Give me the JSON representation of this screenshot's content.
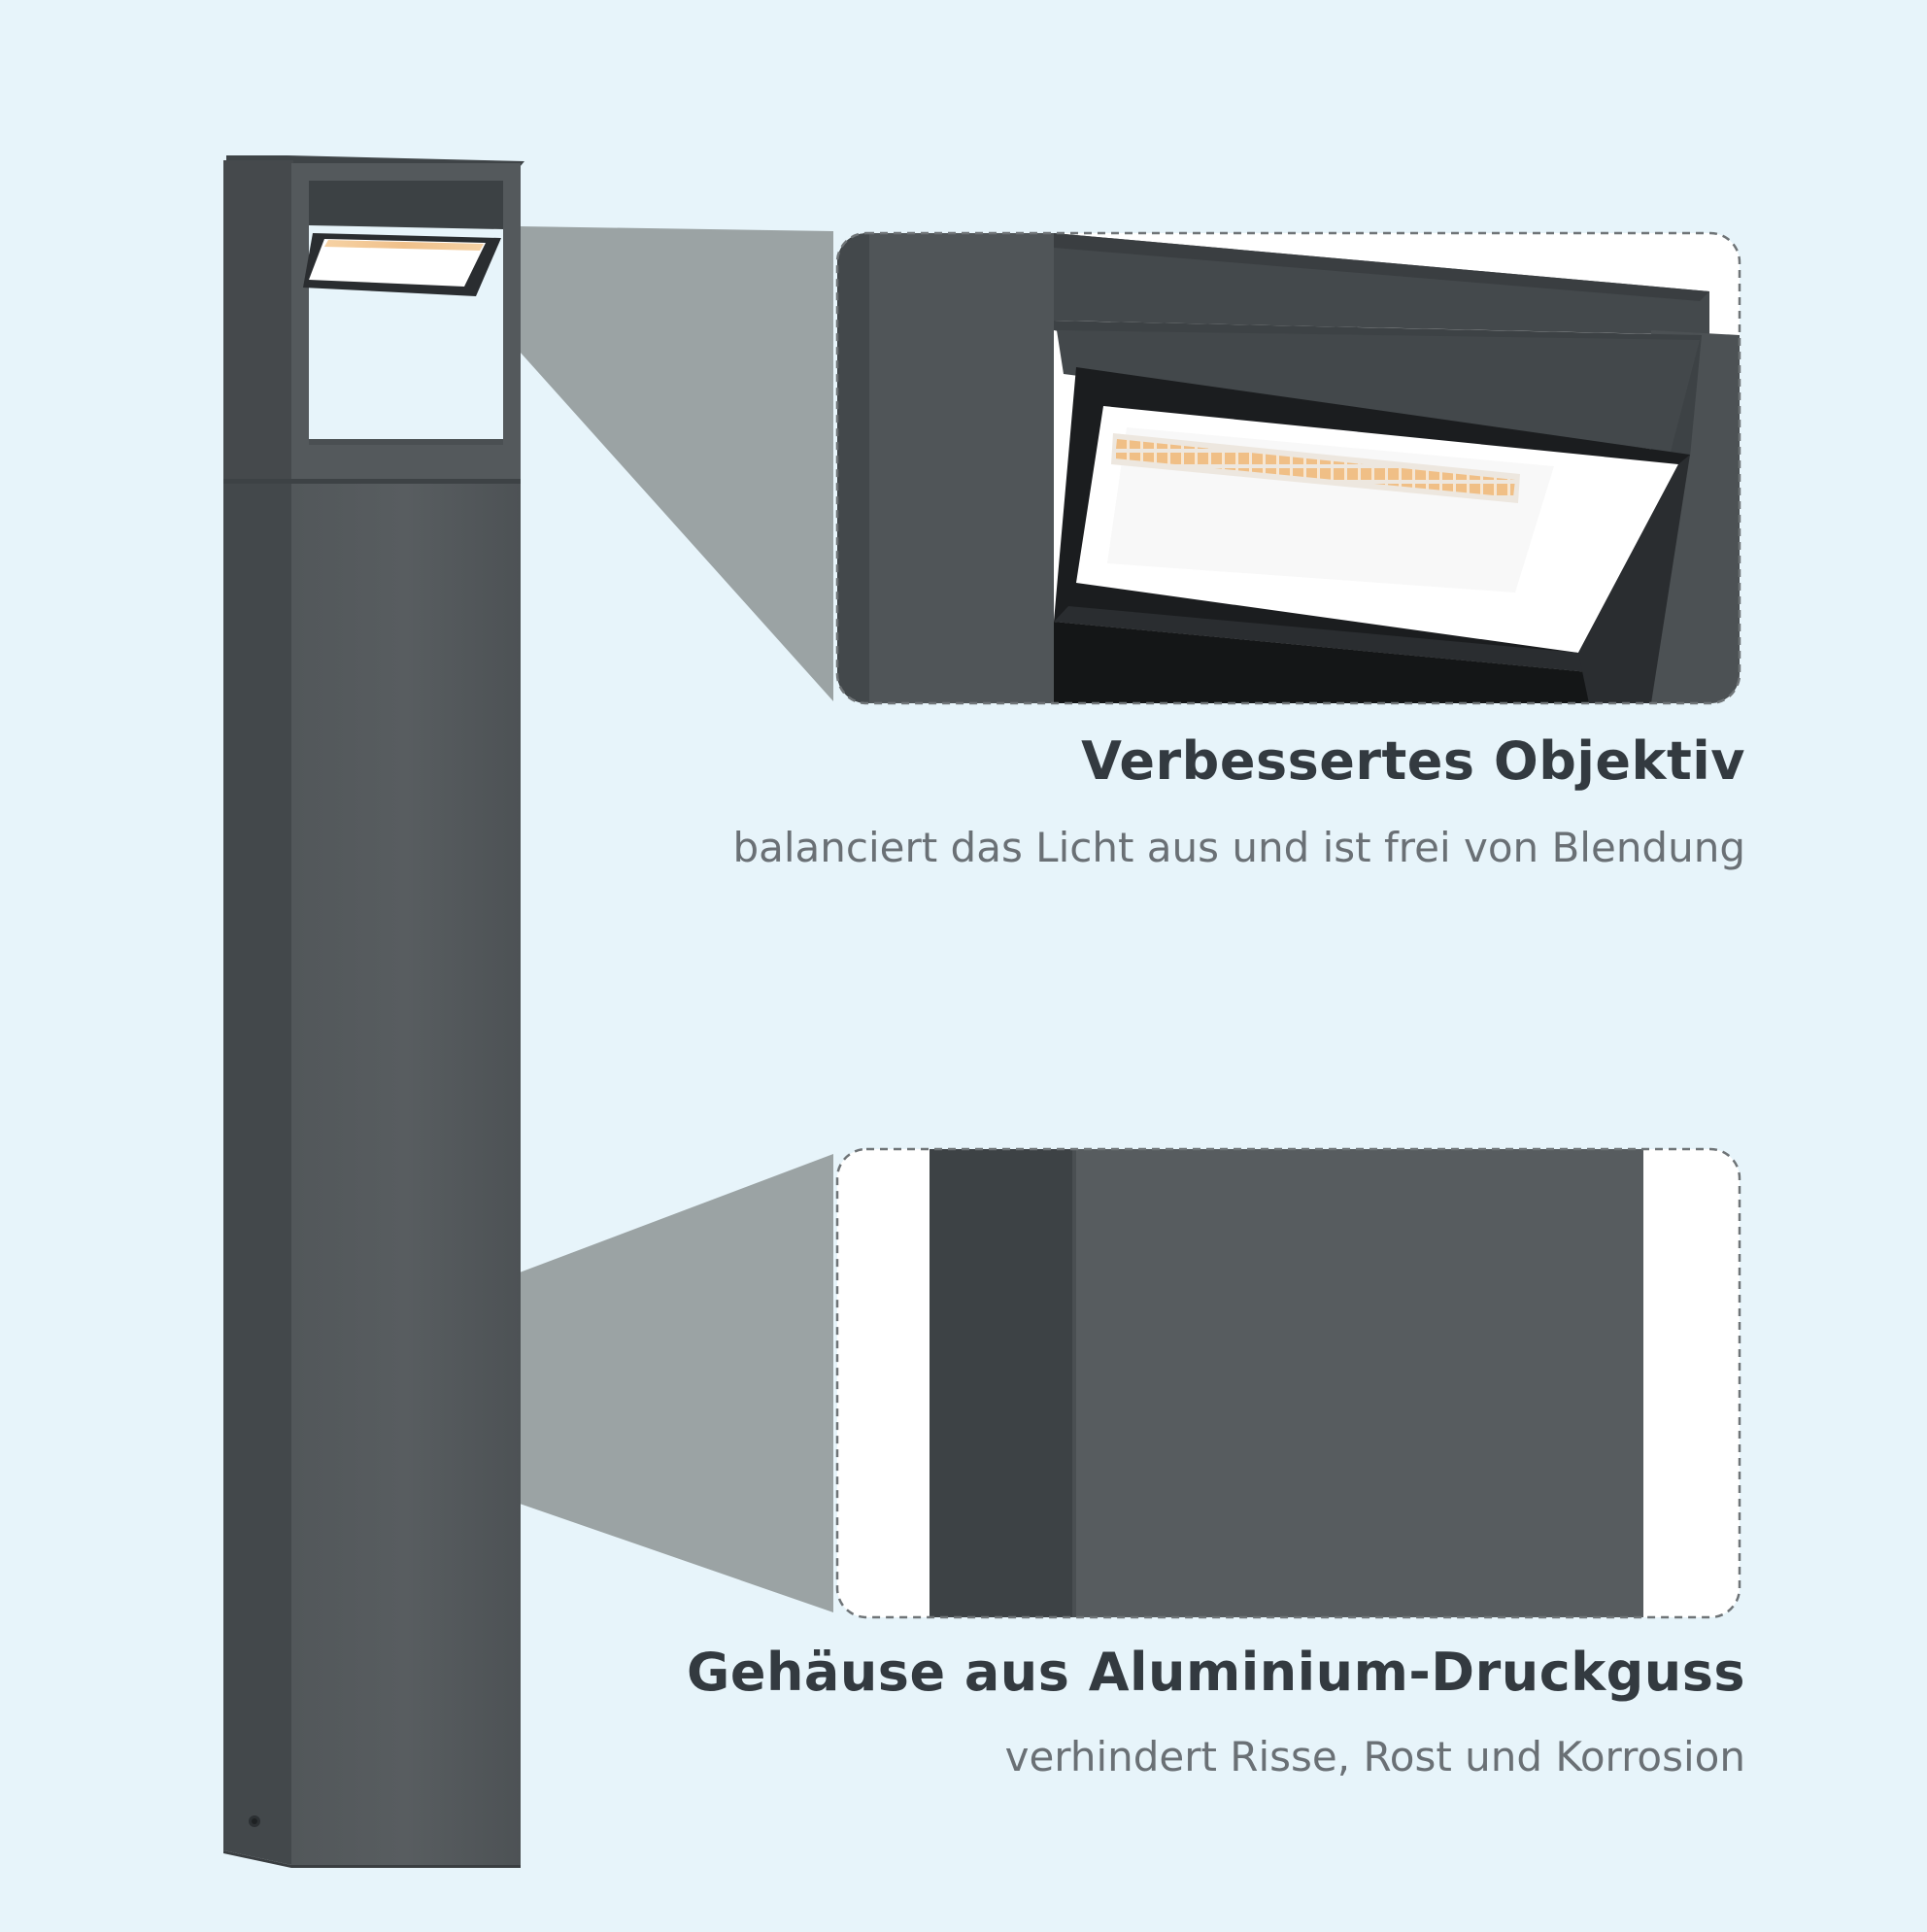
{
  "colors": {
    "background": "#e7f4fa",
    "housing": "#4f5457",
    "housing_dark": "#3c4144",
    "connector": "#9ba3a4",
    "led_warm": "#f2c48b",
    "text_title": "#333a40",
    "text_sub": "#6a7075"
  },
  "features": [
    {
      "title": "Verbessertes Objektiv",
      "subtitle": "balanciert das Licht aus und ist frei von Blendung",
      "icon": "lens-closeup"
    },
    {
      "title": "Gehäuse aus Aluminium-Druckguss",
      "subtitle": "verhindert Risse, Rost und Korrosion",
      "icon": "housing-closeup"
    }
  ]
}
